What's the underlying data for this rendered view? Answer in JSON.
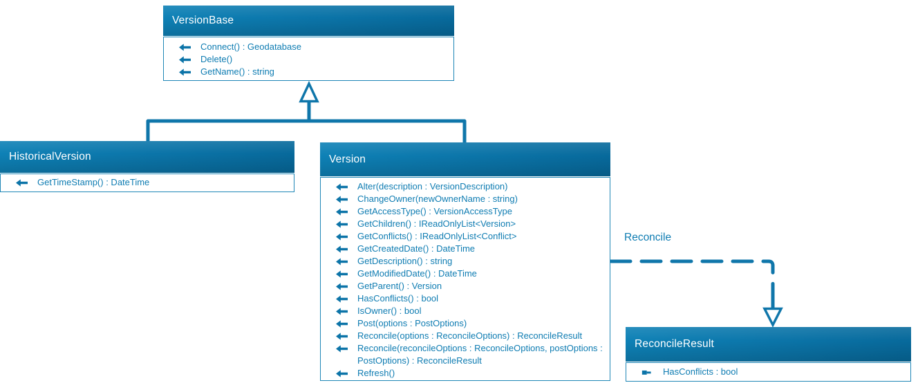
{
  "colors": {
    "accent": "#0F76AA",
    "member_text": "#0E7CB2",
    "header_gradient_start": "#0E81B6",
    "header_gradient_end": "#07699B",
    "header_text": "#FFFFFF"
  },
  "classes": [
    {
      "name": "VersionBase",
      "members": [
        {
          "icon": "method-icon",
          "label": "Connect() : Geodatabase"
        },
        {
          "icon": "method-icon",
          "label": "Delete()"
        },
        {
          "icon": "method-icon",
          "label": "GetName() : string"
        }
      ]
    },
    {
      "name": "HistoricalVersion",
      "members": [
        {
          "icon": "method-icon",
          "label": "GetTimeStamp() : DateTime"
        }
      ]
    },
    {
      "name": "Version",
      "members": [
        {
          "icon": "method-icon",
          "label": "Alter(description : VersionDescription)"
        },
        {
          "icon": "method-icon",
          "label": "ChangeOwner(newOwnerName : string)"
        },
        {
          "icon": "method-icon",
          "label": "GetAccessType() : VersionAccessType"
        },
        {
          "icon": "method-icon",
          "label": "GetChildren() : IReadOnlyList<Version>"
        },
        {
          "icon": "method-icon",
          "label": "GetConflicts() : IReadOnlyList<Conflict>"
        },
        {
          "icon": "method-icon",
          "label": "GetCreatedDate() : DateTime"
        },
        {
          "icon": "method-icon",
          "label": "GetDescription() : string"
        },
        {
          "icon": "method-icon",
          "label": "GetModifiedDate() : DateTime"
        },
        {
          "icon": "method-icon",
          "label": "GetParent() : Version"
        },
        {
          "icon": "method-icon",
          "label": "HasConflicts() : bool"
        },
        {
          "icon": "method-icon",
          "label": "IsOwner() : bool"
        },
        {
          "icon": "method-icon",
          "label": "Post(options : PostOptions)"
        },
        {
          "icon": "method-icon",
          "label": "Reconcile(options : ReconcileOptions) : ReconcileResult"
        },
        {
          "icon": "method-icon",
          "label": "Reconcile(reconcileOptions : ReconcileOptions, postOptions : PostOptions) : ReconcileResult"
        },
        {
          "icon": "method-icon",
          "label": "Refresh()"
        }
      ]
    },
    {
      "name": "ReconcileResult",
      "members": [
        {
          "icon": "property-icon",
          "label": "HasConflicts : bool"
        }
      ]
    }
  ],
  "relationships": [
    {
      "type": "inheritance",
      "from": "HistoricalVersion",
      "to": "VersionBase"
    },
    {
      "type": "inheritance",
      "from": "Version",
      "to": "VersionBase"
    },
    {
      "type": "dependency",
      "label": "Reconcile",
      "from": "Version",
      "to": "ReconcileResult"
    }
  ]
}
